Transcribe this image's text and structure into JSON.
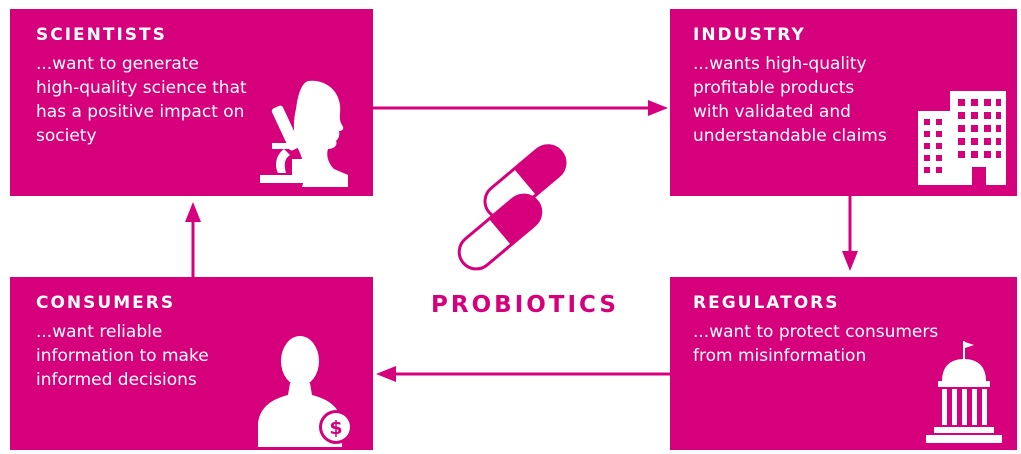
{
  "colors": {
    "brand": "#d6007d",
    "text_on_brand": "#ffffff",
    "background": "#ffffff"
  },
  "boxes": {
    "scientists": {
      "title": "SCIENTISTS",
      "lines": [
        "...want to generate",
        "high-quality science that",
        "has a positive impact on",
        "society"
      ],
      "icon": "scientist-microscope-icon"
    },
    "industry": {
      "title": "INDUSTRY",
      "lines": [
        "...wants high-quality",
        "profitable products",
        "with validated and",
        "understandable claims"
      ],
      "icon": "office-building-icon"
    },
    "regulators": {
      "title": "REGULATORS",
      "lines": [
        "...want to protect consumers",
        "from misinformation"
      ],
      "icon": "government-capitol-icon"
    },
    "consumers": {
      "title": "CONSUMERS",
      "lines": [
        "...want reliable",
        "information to make",
        "informed decisions"
      ],
      "icon": "consumer-dollar-icon"
    }
  },
  "center": {
    "label": "PROBIOTICS",
    "icon": "capsules-icon"
  },
  "arrows": [
    {
      "from": "scientists",
      "to": "industry"
    },
    {
      "from": "industry",
      "to": "regulators"
    },
    {
      "from": "regulators",
      "to": "consumers"
    },
    {
      "from": "consumers",
      "to": "scientists"
    }
  ]
}
